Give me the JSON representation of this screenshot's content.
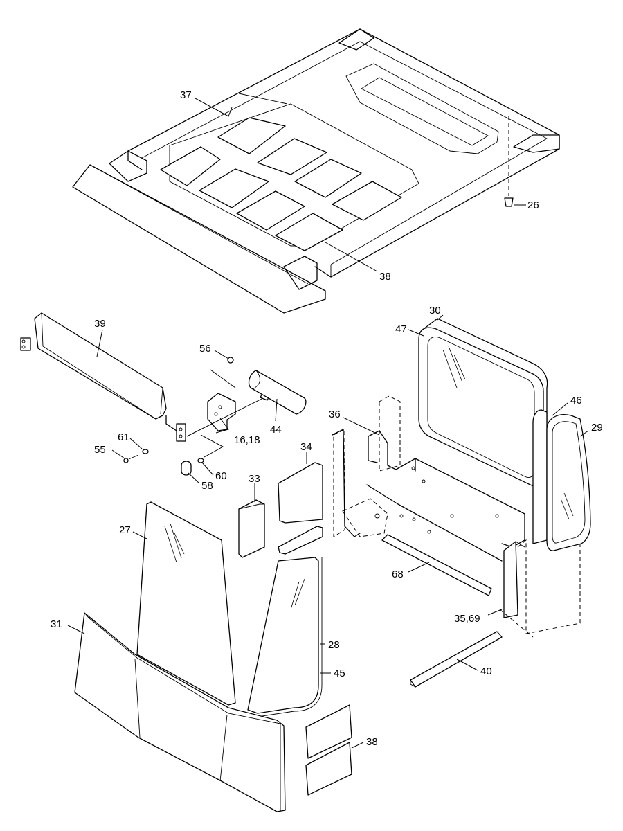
{
  "callouts": {
    "c37": "37",
    "c26": "26",
    "c38_top": "38",
    "c39": "39",
    "c56": "56",
    "c44": "44",
    "c16_18": "16,18",
    "c61": "61",
    "c55": "55",
    "c60": "60",
    "c58": "58",
    "c30": "30",
    "c47": "47",
    "c46": "46",
    "c29": "29",
    "c36": "36",
    "c34": "34",
    "c33": "33",
    "c27": "27",
    "c68": "68",
    "c35_69": "35,69",
    "c31": "31",
    "c28": "28",
    "c45": "45",
    "c40": "40",
    "c38_bottom": "38"
  }
}
